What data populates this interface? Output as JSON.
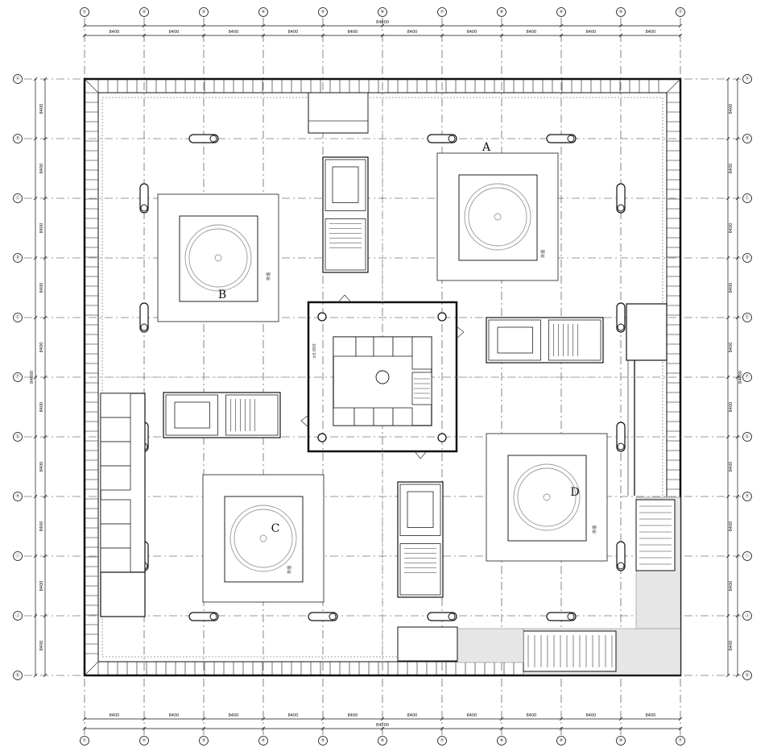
{
  "drawing": {
    "grid_bubbles_columns": [
      "①",
      "②",
      "③",
      "④",
      "⑤",
      "⑥",
      "⑦",
      "⑧",
      "⑨",
      "⑩",
      "⑪"
    ],
    "grid_bubbles_rows": [
      "Ⓐ",
      "Ⓑ",
      "Ⓒ",
      "Ⓓ",
      "Ⓔ",
      "Ⓕ",
      "Ⓖ",
      "Ⓗ",
      "Ⓘ",
      "Ⓙ",
      "Ⓚ"
    ],
    "bay_dimension": "8400",
    "overall_dimension": "84000",
    "zone_labels": [
      "A",
      "B",
      "C",
      "D"
    ],
    "zone_notes": [
      "排烟",
      "排烟",
      "排烟",
      "排烟"
    ],
    "elevation_note": "±0.000"
  }
}
